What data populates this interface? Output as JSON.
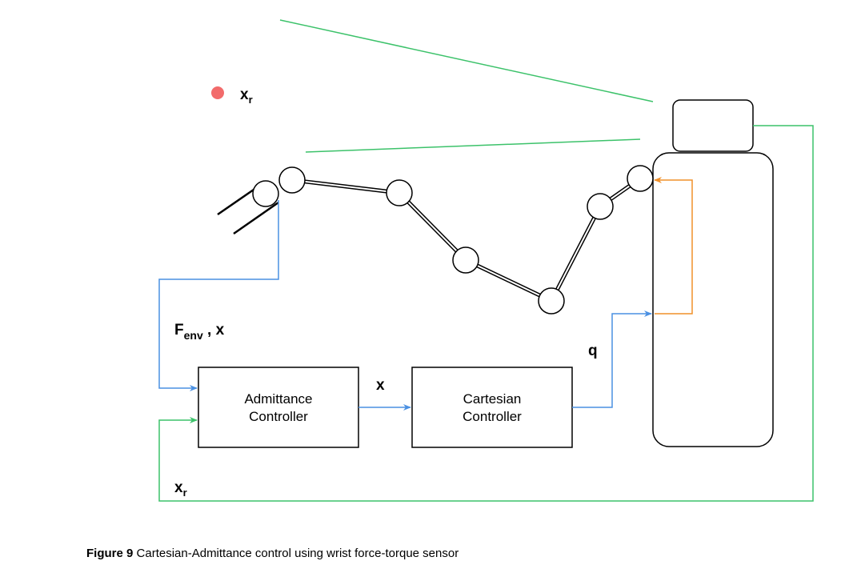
{
  "colors": {
    "blue": "#4a90e2",
    "green": "#3cc26a",
    "orange": "#f0902a",
    "red_dot": "#f26b6b",
    "line": "#000000"
  },
  "boxes": {
    "admittance": {
      "line1": "Admittance",
      "line2": "Controller"
    },
    "cartesian": {
      "line1": "Cartesian",
      "line2": "Controller"
    }
  },
  "labels": {
    "xr_dot": {
      "base": "x",
      "sub": "r"
    },
    "fenv": {
      "base": "F",
      "sub": "env",
      "tail": " , x"
    },
    "x_between": "x",
    "q": "q",
    "xr_feedback": {
      "base": "x",
      "sub": "r"
    }
  },
  "caption": {
    "label": "Figure 9",
    "text": " Cartesian-Admittance control using wrist force-torque sensor"
  }
}
